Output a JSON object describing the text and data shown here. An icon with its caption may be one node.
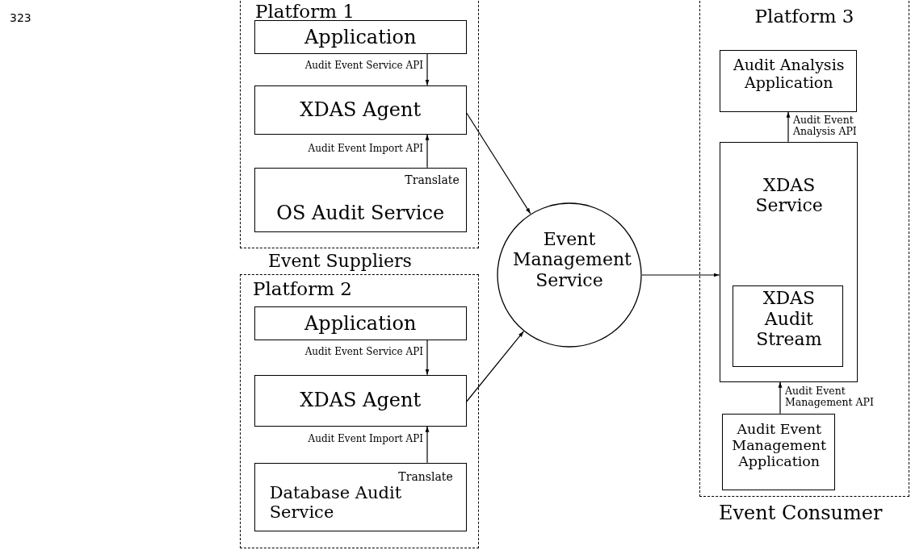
{
  "diagram": {
    "nodes": [
      {
        "text": [
          "Platform 1"
        ]
      },
      {
        "text": [
          "Application"
        ],
        "in": 0
      },
      {
        "text": [
          "XDAS Agent"
        ],
        "in": 0
      },
      {
        "text": [
          "Translate",
          "OS Audit Service"
        ],
        "in": 0
      },
      {
        "text": [
          "Platform 2"
        ]
      },
      {
        "text": [
          "Application"
        ],
        "in": 4
      },
      {
        "text": [
          "XDAS Agent"
        ],
        "in": 4
      },
      {
        "text": [
          "Translate",
          "Database Audit Service"
        ],
        "in": 4
      },
      {
        "text": [
          "Event Management Service"
        ]
      },
      {
        "text": [
          "Platform 3"
        ]
      },
      {
        "text": [
          "Audit Analysis Application"
        ],
        "in": 9
      },
      {
        "text": [
          "XDAS Service"
        ],
        "in": 9
      },
      {
        "text": [
          "XDAS Audit Stream"
        ],
        "in": 11
      },
      {
        "text": [
          "Audit Event Management Application"
        ],
        "in": 9
      }
    ],
    "edges": [
      {
        "from": 1,
        "to": 2,
        "arrow": "to",
        "label": "Audit Event Service API"
      },
      {
        "from": 3,
        "to": 2,
        "arrow": "to",
        "label": "Audit Event Import API"
      },
      {
        "from": 5,
        "to": 6,
        "arrow": "to",
        "label": "Audit Event Service API"
      },
      {
        "from": 7,
        "to": 6,
        "arrow": "to",
        "label": "Audit Event Import API"
      },
      {
        "from": 2,
        "to": 8,
        "arrow": "to"
      },
      {
        "from": 6,
        "to": 8,
        "arrow": "to"
      },
      {
        "from": 8,
        "to": 11,
        "arrow": "to"
      },
      {
        "from": 11,
        "to": 10,
        "arrow": "to",
        "label": "Audit Event Analysis API"
      },
      {
        "from": 13,
        "to": 11,
        "arrow": "to",
        "label": "Audit Event Management API"
      }
    ],
    "labels": [
      "323",
      "Event Suppliers",
      "Event Consumer"
    ]
  }
}
